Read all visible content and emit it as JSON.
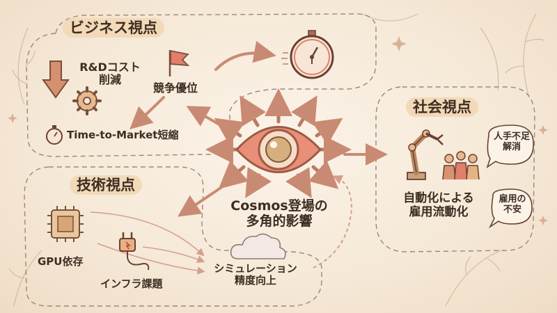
{
  "sections": {
    "business": {
      "title": "ビジネス視点"
    },
    "tech": {
      "title": "技術視点"
    },
    "society": {
      "title": "社会視点"
    }
  },
  "nodes": {
    "rd_cost_line1": "R&Dコスト",
    "rd_cost_line2": "削減",
    "competition": "競争優位",
    "time_to_market": "Time-to-Market短縮",
    "gpu": "GPU依存",
    "infra": "インフラ課題",
    "sim_line1": "シミュレーション",
    "sim_line2": "精度向上",
    "center_line1": "Cosmos登場の",
    "center_line2": "多角的影響",
    "automation_line1": "自動化による",
    "automation_line2": "雇用流動化",
    "labor_line1": "人手不足",
    "labor_line2": "解消",
    "anxiety_line1": "雇用の",
    "anxiety_line2": "不安"
  },
  "icons": [
    "down-arrow-icon",
    "gear-icon",
    "flag-icon",
    "stopwatch-icon",
    "timer-icon",
    "eye-icon",
    "chip-icon",
    "plug-icon",
    "cloud-icon",
    "robot-arm-icon",
    "people-icon",
    "speech-bubble-icon",
    "leaf-icon",
    "sparkle-icon"
  ],
  "colors": {
    "accent": "#d9826a",
    "ink": "#3e2d22",
    "arrow": "#c98a73",
    "bg": "#f6ebdc",
    "header_bg": "#f2d9b8"
  }
}
